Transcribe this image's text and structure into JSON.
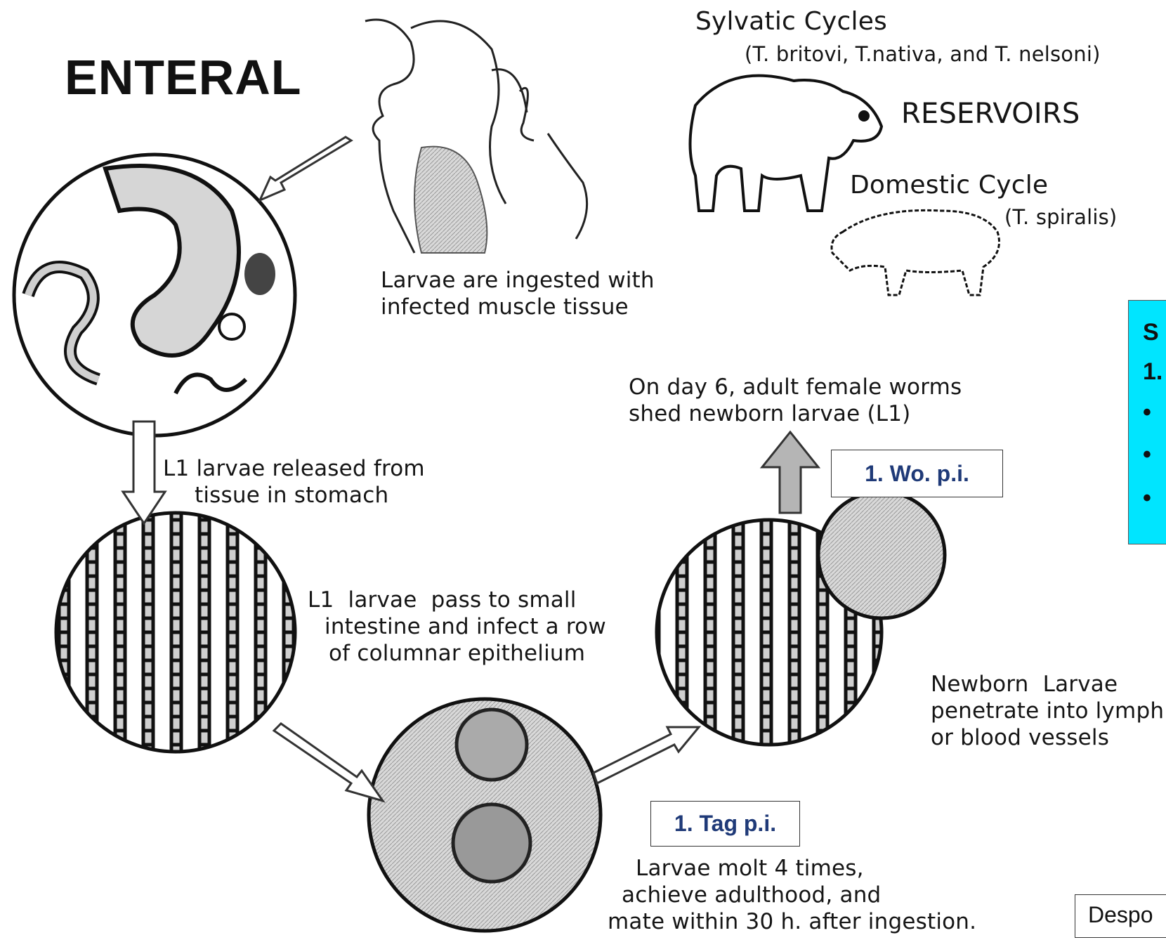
{
  "title": "ENTERAL",
  "sylvatic": {
    "heading": "Sylvatic Cycles",
    "species": "(T. britovi, T.nativa, and T. nelsoni)"
  },
  "reservoirs": "RESERVOIRS",
  "domestic": {
    "heading": "Domestic Cycle",
    "species": "(T. spiralis)"
  },
  "steps": {
    "ingested": [
      "Larvae are ingested with",
      "infected muscle tissue"
    ],
    "released": [
      "L1 larvae released from",
      "tissue in stomach"
    ],
    "intestine": [
      "L1  larvae  pass to small",
      "intestine and infect a row",
      "of columnar epithelium"
    ],
    "molt": [
      "Larvae molt 4 times,",
      "achieve adulthood, and",
      "mate within 30 h. after ingestion."
    ],
    "newborn": [
      "Newborn  Larvae",
      "penetrate into lymph",
      "or blood vessels"
    ],
    "day6": [
      "On day 6, adult female worms",
      "shed newborn larvae (L1)"
    ]
  },
  "labels": {
    "week": "1. Wo. p.i.",
    "day": "1. Tag p.i."
  },
  "side_box": {
    "line1": "S",
    "line2": "1.",
    "bullets": [
      "•",
      "•",
      "•"
    ]
  },
  "footer_box": "Despo"
}
